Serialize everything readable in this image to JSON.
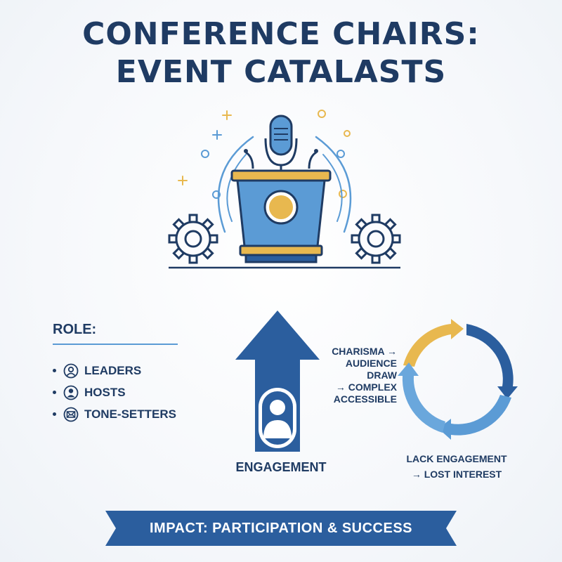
{
  "title": {
    "line1": "CONFERENCE CHAIRS:",
    "line2": "EVENT CATALASTS"
  },
  "role": {
    "heading": "ROLE:",
    "items": [
      {
        "label": "LEADERS",
        "icon": "user-circle-icon"
      },
      {
        "label": "HOSTS",
        "icon": "user-badge-icon"
      },
      {
        "label": "TONE-SETTERS",
        "icon": "envelope-icon"
      }
    ]
  },
  "engagement": {
    "label": "ENGAGEMENT",
    "path_lines": [
      "CHARISMA →",
      "AUDIENCE",
      "DRAW",
      "→ COMPLEX",
      "ACCESSIBLE"
    ]
  },
  "cycle": {
    "lines": [
      "LACK ENGAGEMENT",
      "→ LOST INTEREST"
    ]
  },
  "banner": {
    "text": "IMPACT: PARTICIPATION & SUCCESS"
  },
  "colors": {
    "navy": "#1f3b63",
    "blue": "#2b5e9e",
    "light_blue": "#5b9bd5",
    "gold": "#e8b84f",
    "background": "#f4f6f9"
  }
}
